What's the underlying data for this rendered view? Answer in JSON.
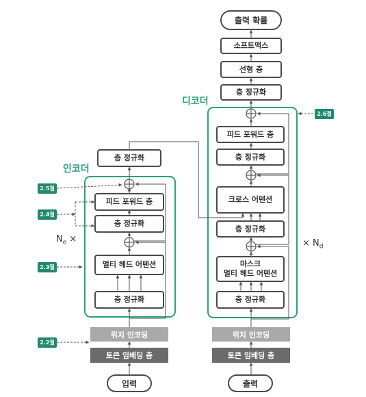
{
  "encoder": {
    "title": "인코더",
    "repeat_prefix": "N",
    "repeat_sub": "e",
    "repeat_suffix": " ×",
    "input": "입력",
    "token_embedding": "토큰 임베딩 층",
    "position_encoding": "위치 인코딩",
    "norm1": "층 정규화",
    "attention": "멀티 헤드 어텐션",
    "norm2": "층 정규화",
    "feed_forward": "피드 포워드 층",
    "final_norm": "층 정규화"
  },
  "decoder": {
    "title": "디코더",
    "repeat_prefix": "× N",
    "repeat_sub": "d",
    "input": "출력",
    "token_embedding": "토큰 임베딩 층",
    "position_encoding": "위치 인코딩",
    "norm1": "층 정규화",
    "masked_attention": "마스크\n멀티 헤드 어텐션",
    "norm2": "층 정규화",
    "cross_attention": "크로스 어텐션",
    "norm3": "층 정규화",
    "feed_forward": "피드 포워드 층",
    "final_norm": "층 정규화",
    "linear": "선형 층",
    "softmax": "소프트맥스",
    "output": "출력 확률"
  },
  "badges": {
    "b22": "2.2절",
    "b23": "2.3절",
    "b24": "2.4절",
    "b25": "2.5절",
    "b26": "2.6절"
  },
  "colors": {
    "frame_green": "#2aa07a",
    "badge_green": "#1f8a6a",
    "line_gray": "#555555",
    "box_border": "#4a4a4a",
    "position_bar": "#a9a9a9",
    "embedding_bar": "#6b6b6b"
  }
}
